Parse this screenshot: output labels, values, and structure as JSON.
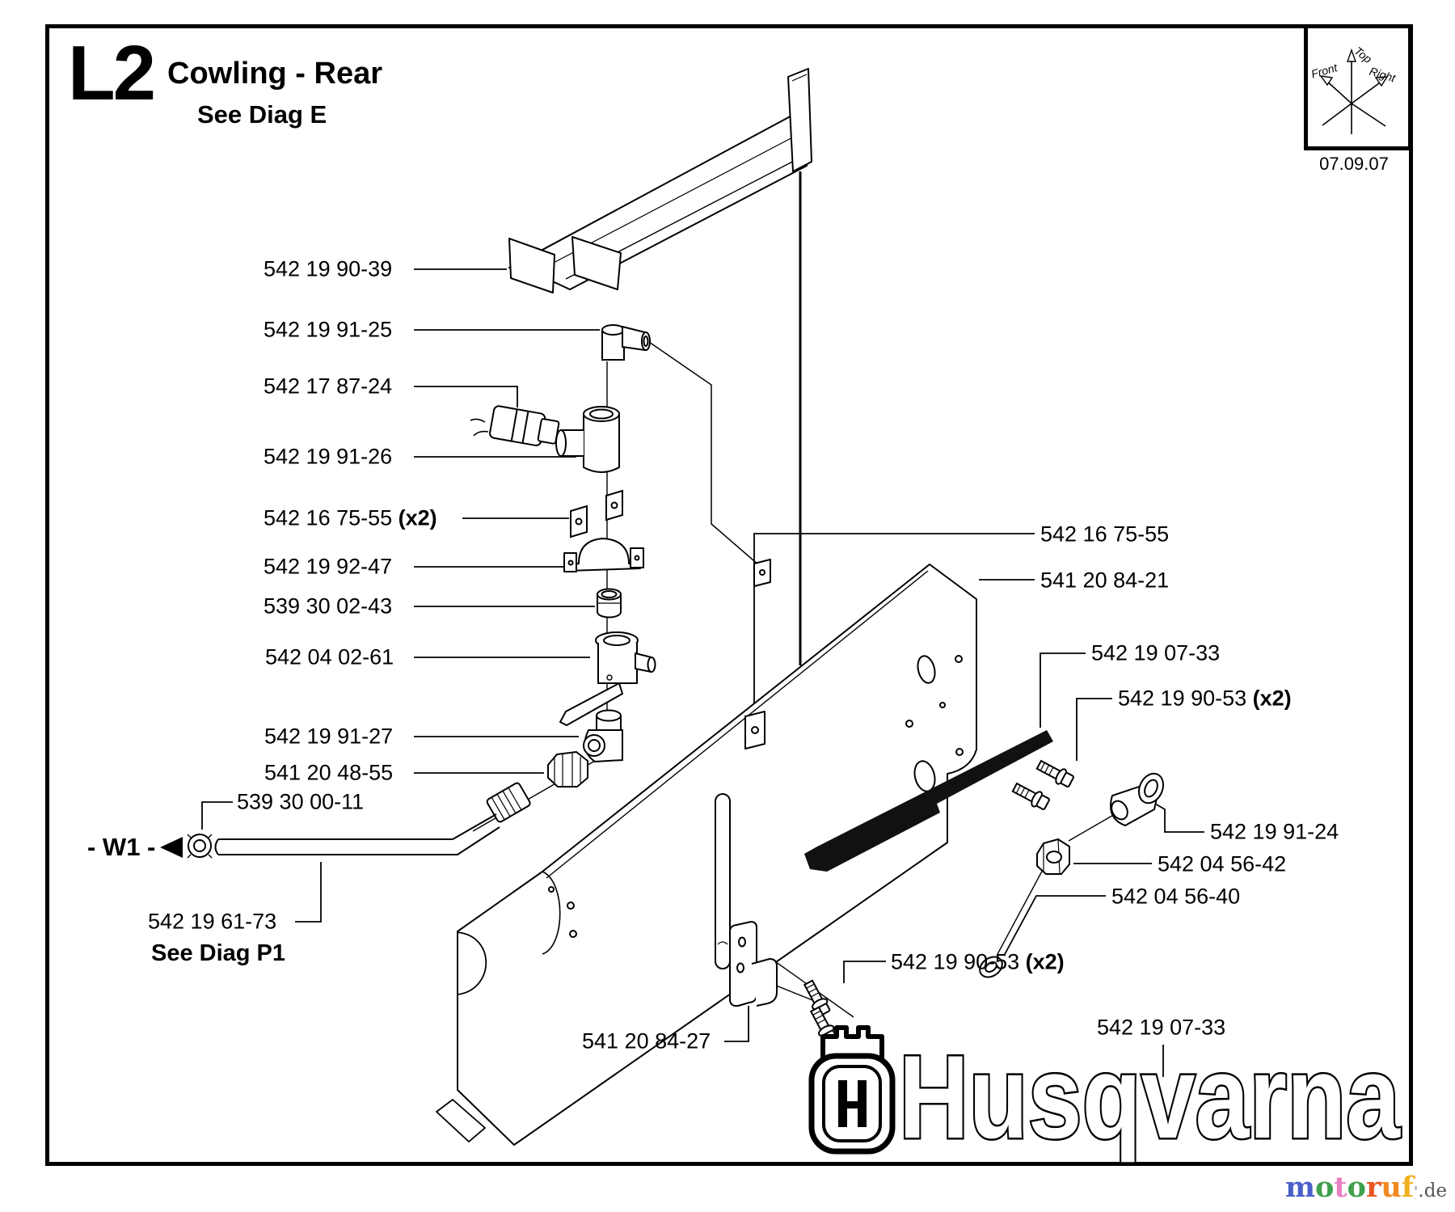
{
  "doc": {
    "section_code": "L2",
    "title": "Cowling - Rear",
    "subtitle": "See Diag E",
    "date": "07.09.07"
  },
  "compass": {
    "top": "Top",
    "front": "Front",
    "right": "Right"
  },
  "wire_marker": {
    "label": "- W1 -"
  },
  "parts": [
    {
      "number": "542 19 90-39"
    },
    {
      "number": "542 19 91-25"
    },
    {
      "number": "542 17 87-24"
    },
    {
      "number": "542 19 91-26"
    },
    {
      "number": "542 16 75-55",
      "qty": " (x2)"
    },
    {
      "number": "542 19 92-47"
    },
    {
      "number": "539 30 02-43"
    },
    {
      "number": "542 04 02-61"
    },
    {
      "number": "542 19 91-27"
    },
    {
      "number": "541 20 48-55"
    },
    {
      "number": "539 30 00-11"
    },
    {
      "number": "542 19 61-73",
      "note": "See Diag P1"
    },
    {
      "number": "542 16 75-55"
    },
    {
      "number": "541 20 84-21"
    },
    {
      "number": "542 19 07-33"
    },
    {
      "number": "542 19 90-53",
      "qty": " (x2)"
    },
    {
      "number": "542 19 91-24"
    },
    {
      "number": "542 04 56-42"
    },
    {
      "number": "542 04 56-40"
    },
    {
      "number": "542 19 90-53",
      "qty": " (x2)"
    },
    {
      "number": "541 20 84-27"
    },
    {
      "number": "542 19 07-33"
    }
  ],
  "logo": {
    "brand": "Husqvarna"
  },
  "footer": {
    "letters": [
      {
        "ch": "m",
        "style": "color:#4a5fc9"
      },
      {
        "ch": "o",
        "style": "color:#3fa04d"
      },
      {
        "ch": "t",
        "style": "color:#e87fc0"
      },
      {
        "ch": "o",
        "style": "color:#3fa04d"
      },
      {
        "ch": "r",
        "style": "color:#e8551f"
      },
      {
        "ch": "u",
        "style": "color:#f08a1f"
      },
      {
        "ch": "f",
        "style": "color:#f0b01f"
      },
      {
        "ch": "'",
        "style": "color:#b0a8a0;font-size:18px"
      }
    ],
    "suffix": ".de"
  },
  "colors": {
    "ink": "#000000",
    "paper": "#ffffff",
    "strip": "#111111"
  }
}
